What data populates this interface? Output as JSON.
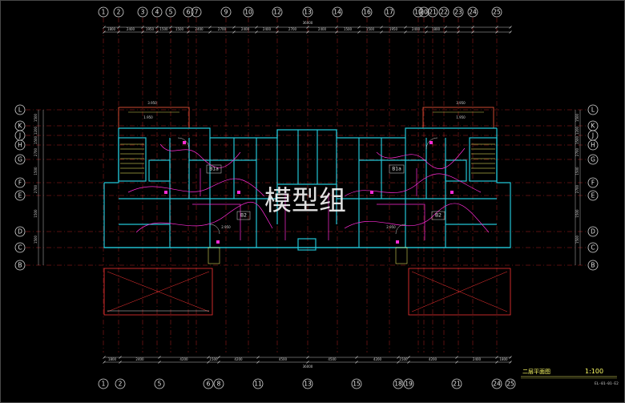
{
  "drawing": {
    "title": "二层平面图",
    "scale": "1:100",
    "code": "EL-01-01-E2",
    "watermark": "模型组"
  },
  "top_axes": [
    "1",
    "2",
    "3",
    "4",
    "5",
    "6",
    "7",
    "9",
    "10",
    "12",
    "13",
    "14",
    "16",
    "17",
    "19",
    "20",
    "21",
    "22",
    "23",
    "24",
    "25"
  ],
  "bottom_axes": [
    "1",
    "2",
    "5",
    "6",
    "8",
    "11",
    "13",
    "15",
    "18",
    "19",
    "21",
    "24",
    "25"
  ],
  "left_axes": [
    "L",
    "K",
    "J",
    "H",
    "G",
    "F",
    "E",
    "D",
    "C",
    "B"
  ],
  "right_axes": [
    "L",
    "K",
    "J",
    "H",
    "G",
    "F",
    "E",
    "D",
    "C",
    "B"
  ],
  "top_dims": [
    "1800",
    "2400",
    "1950",
    "1500",
    "1500",
    "2400",
    "2700",
    "2400",
    "2400",
    "2700",
    "2400",
    "1500",
    "1500",
    "1950",
    "2400",
    "1800"
  ],
  "top_total": "36000",
  "bottom_dims": [
    "1800",
    "2400",
    "4200",
    "1500",
    "4200",
    "4500",
    "4500",
    "4200",
    "1500",
    "4200",
    "2400",
    "1800"
  ],
  "bottom_total": "36000",
  "left_dims": [
    "1500",
    "1200",
    "1500",
    "2700",
    "1500",
    "2700",
    "1500",
    "1500"
  ],
  "right_dims": [
    "1500",
    "1200",
    "1500",
    "2700",
    "1500",
    "2700",
    "1500",
    "1500"
  ],
  "unit_labels": [
    "B1a",
    "B2",
    "B1a",
    "B2"
  ],
  "room_labels": [
    "3.950",
    "1.950",
    "2.950",
    "3.950",
    "1.950",
    "2.950"
  ],
  "colors": {
    "wall": "#22c5d6",
    "wiring": "#ff2bd6",
    "axis": "#ff4040",
    "dim": "#d0d0d0",
    "accent": "#ffff66"
  }
}
